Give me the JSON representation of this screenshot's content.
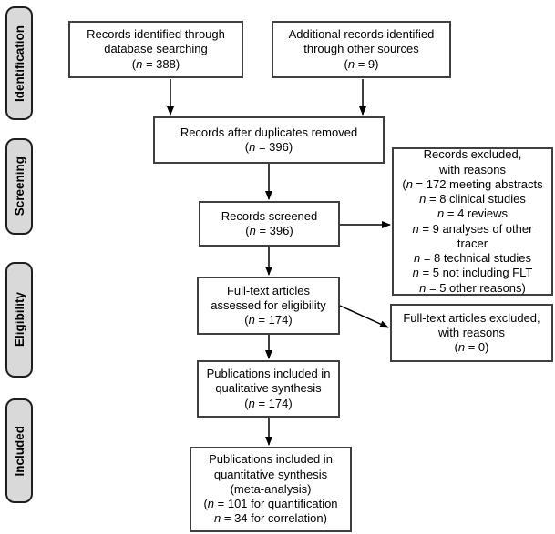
{
  "stages": [
    {
      "label": "Identification"
    },
    {
      "label": "Screening"
    },
    {
      "label": "Eligibility"
    },
    {
      "label": "Included"
    }
  ],
  "boxes": {
    "identified_database": {
      "text": "Records identified through\ndatabase searching\n(n = 388)"
    },
    "identified_other": {
      "text": "Additional records identified\nthrough other sources\n(n = 9)"
    },
    "after_duplicates": {
      "text": "Records after duplicates removed\n(n = 396)"
    },
    "screened": {
      "text": "Records screened\n(n = 396)"
    },
    "fulltext_assessed": {
      "text": "Full-text articles\nassessed for eligibility\n(n = 174)"
    },
    "qualitative": {
      "text": "Publications included in\nqualitative synthesis\n(n = 174)"
    },
    "quantitative": {
      "text": "Publications included in\nquantitative synthesis\n(meta-analysis)\n(n = 101 for quantification\nn = 34 for correlation)"
    },
    "records_excluded": {
      "text": "Records excluded,\nwith reasons\n(n = 172 meeting abstracts\nn = 8 clinical studies\nn = 4 reviews\nn = 9 analyses of other\ntracer\nn = 8 technical studies\nn = 5 not including FLT\nn = 5 other reasons)"
    },
    "fulltext_excluded": {
      "text": "Full-text articles excluded,\nwith reasons\n(n = 0)"
    }
  },
  "colors": {
    "stage_fill": "#d9d9d9",
    "stage_border": "#1f1f1f",
    "box_border": "#404040",
    "arrow": "#000000",
    "background": "#ffffff"
  }
}
